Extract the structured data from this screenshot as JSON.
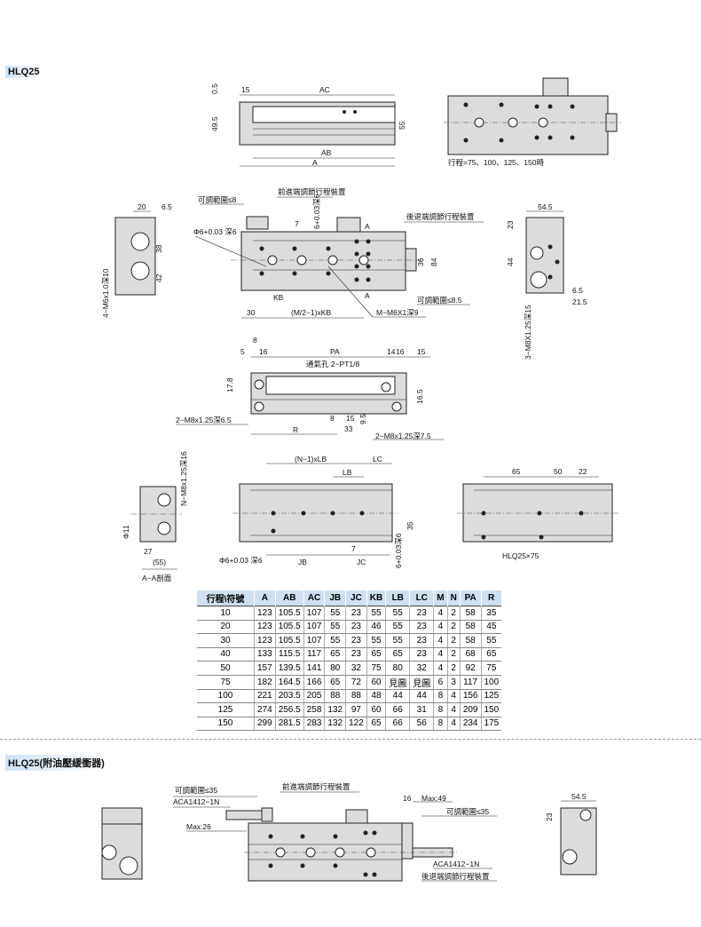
{
  "section1": {
    "title": "HLQ25"
  },
  "section2": {
    "title": "HLQ25(附油壓緩衝器)"
  },
  "top_side": {
    "d1": "0.5",
    "d2": "49.5",
    "d3": "15",
    "d4": "AC",
    "d5": "55",
    "d6": "AB",
    "d7": "A"
  },
  "top_right": {
    "caption": "行程=75、100、125、150時"
  },
  "end_left": {
    "d1": "20",
    "d2": "6.5",
    "d3": "38",
    "d4": "42",
    "d5": "4−M6x1.0深10"
  },
  "main_plan": {
    "adj_front": "可調範圍≤8",
    "front_device": "前進端調節行程裝置",
    "rear_device": "後退端調節行程裝置",
    "hole": "Φ6+0.03 深6",
    "depth": "6+0.03深6",
    "d7": "7",
    "sec_a1": "A",
    "sec_a2": "A",
    "d36": "36",
    "d84": "84",
    "kb": "KB",
    "d30": "30",
    "mkb": "(M/2−1)xKB",
    "m_thread": "M−M6X1深9",
    "adj_rear": "可調範圍≤8.5"
  },
  "end_right": {
    "d1": "54.5",
    "d2": "23",
    "d3": "44",
    "d4": "6.5",
    "d5": "21.5",
    "d6": "3−M8X1.25深15"
  },
  "side_view": {
    "d8": "8",
    "d5": "5",
    "d16": "16",
    "pa": "PA",
    "d14": "14",
    "d16b": "16",
    "d15": "15",
    "vent": "通氣孔 2−PT1/8",
    "d178": "17.8",
    "d165": "16.5",
    "m_left": "2−M8x1.25深6.5",
    "r": "R",
    "d8b": "8",
    "d15b": "15",
    "d95": "9.5",
    "d33": "33",
    "m_right": "2−M8x1.25深7.5"
  },
  "section_aa": {
    "thread": "N−M8x1.25深16",
    "phi": "Φ11",
    "d27": "27",
    "d55": "(55)",
    "caption": "A−A剖面"
  },
  "bottom_view": {
    "nlb": "(N−1)xLB",
    "lc": "LC",
    "lb": "LB",
    "d35": "35",
    "d7": "7",
    "hole": "Φ6+0.03 深6",
    "jb": "JB",
    "jc": "JC",
    "depth": "6+0.03深6"
  },
  "bottom_75": {
    "d65": "65",
    "d50": "50",
    "d22": "22",
    "caption": "HLQ25×75"
  },
  "table": {
    "headers": [
      "行程\\符號",
      "A",
      "AB",
      "AC",
      "JB",
      "JC",
      "KB",
      "LB",
      "LC",
      "M",
      "N",
      "PA",
      "R"
    ],
    "rows": [
      [
        "10",
        "123",
        "105.5",
        "107",
        "55",
        "23",
        "55",
        "55",
        "23",
        "4",
        "2",
        "58",
        "35"
      ],
      [
        "20",
        "123",
        "105.5",
        "107",
        "55",
        "23",
        "46",
        "55",
        "23",
        "4",
        "2",
        "58",
        "45"
      ],
      [
        "30",
        "123",
        "105.5",
        "107",
        "55",
        "23",
        "55",
        "55",
        "23",
        "4",
        "2",
        "58",
        "55"
      ],
      [
        "40",
        "133",
        "115.5",
        "117",
        "65",
        "23",
        "65",
        "65",
        "23",
        "4",
        "2",
        "68",
        "65"
      ],
      [
        "50",
        "157",
        "139.5",
        "141",
        "80",
        "32",
        "75",
        "80",
        "32",
        "4",
        "2",
        "92",
        "75"
      ],
      [
        "75",
        "182",
        "164.5",
        "166",
        "65",
        "72",
        "60",
        "見圖",
        "見圖",
        "6",
        "3",
        "117",
        "100"
      ],
      [
        "100",
        "221",
        "203.5",
        "205",
        "88",
        "88",
        "48",
        "44",
        "44",
        "8",
        "4",
        "156",
        "125"
      ],
      [
        "125",
        "274",
        "256.5",
        "258",
        "132",
        "97",
        "60",
        "66",
        "31",
        "8",
        "4",
        "209",
        "150"
      ],
      [
        "150",
        "299",
        "281.5",
        "283",
        "132",
        "122",
        "65",
        "66",
        "56",
        "8",
        "4",
        "234",
        "175"
      ]
    ]
  },
  "shock": {
    "adj1": "可調範圍≤35",
    "aca1": "ACA1412−1N",
    "front_device": "前進端調節行程裝置",
    "max26": "Max:26",
    "d16": "16",
    "max49": "Max:49",
    "adj2": "可調範圍≤35",
    "aca2": "ACA1412−1N",
    "rear_device": "後退端調節行程裝置",
    "d545": "54.5",
    "d23": "23"
  }
}
